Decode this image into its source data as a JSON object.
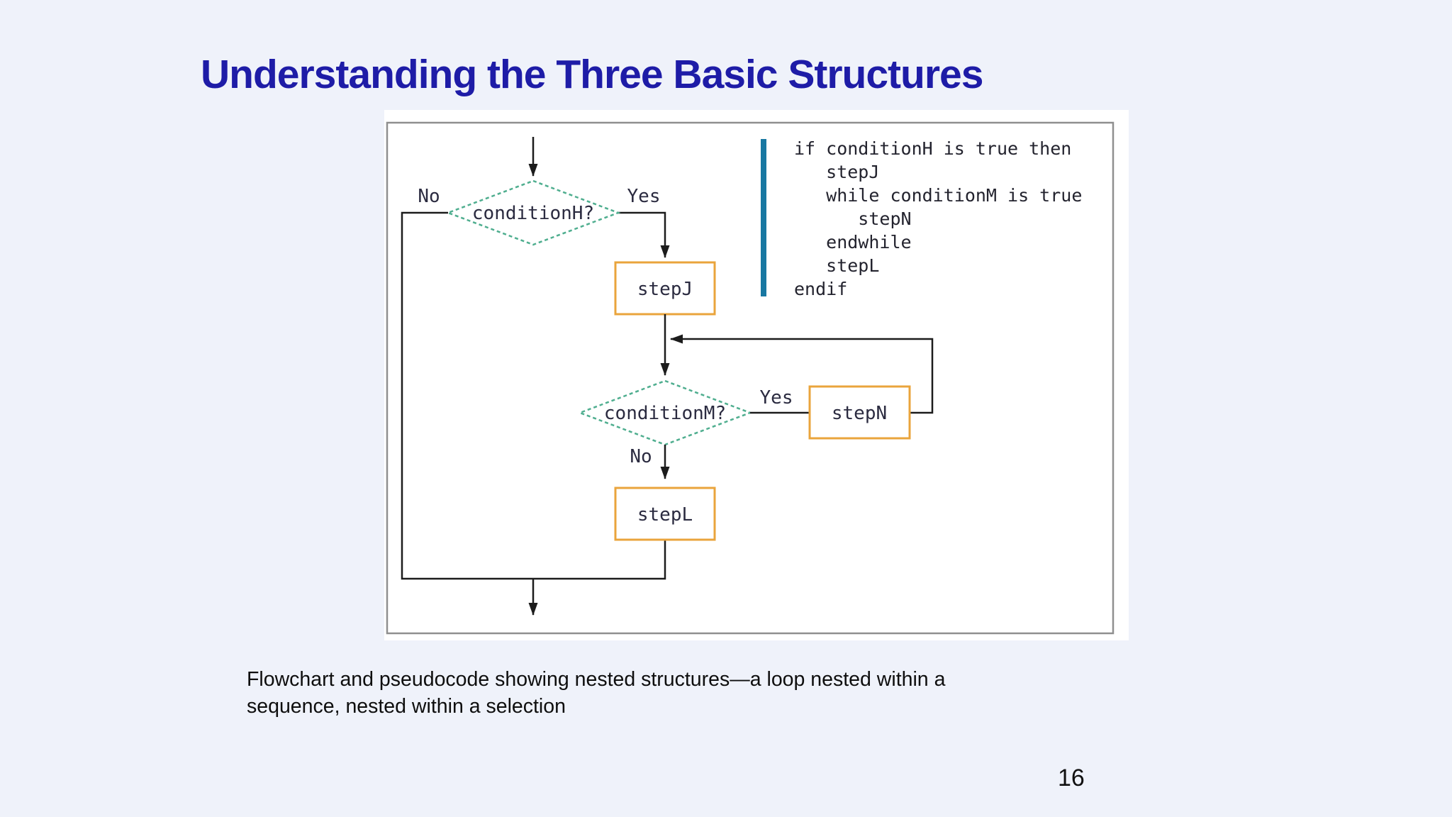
{
  "slide": {
    "title": "Understanding the Three Basic Structures",
    "caption": "Flowchart and pseudocode showing nested structures—a loop nested within a\nsequence, nested within a selection",
    "page_number": "16"
  },
  "flowchart": {
    "decision_h": {
      "label": "conditionH?",
      "no_label": "No",
      "yes_label": "Yes"
    },
    "step_j": {
      "label": "stepJ"
    },
    "decision_m": {
      "label": "conditionM?",
      "no_label": "No",
      "yes_label": "Yes"
    },
    "step_n": {
      "label": "stepN"
    },
    "step_l": {
      "label": "stepL"
    }
  },
  "pseudocode": {
    "text": "if conditionH is true then\n   stepJ\n   while conditionM is true\n      stepN\n   endwhile\n   stepL\nendif"
  },
  "colors": {
    "background": "#eff2fa",
    "title_text": "#1e1ca7",
    "figure_border": "#8f8f8f",
    "decision_border": "#4fae8f",
    "process_border": "#eaa43c",
    "connector_line": "#1c1c1c",
    "pseudocode_bar": "#1878a2",
    "flow_text": "#2b2b40",
    "pseudocode_text": "#23232e"
  }
}
